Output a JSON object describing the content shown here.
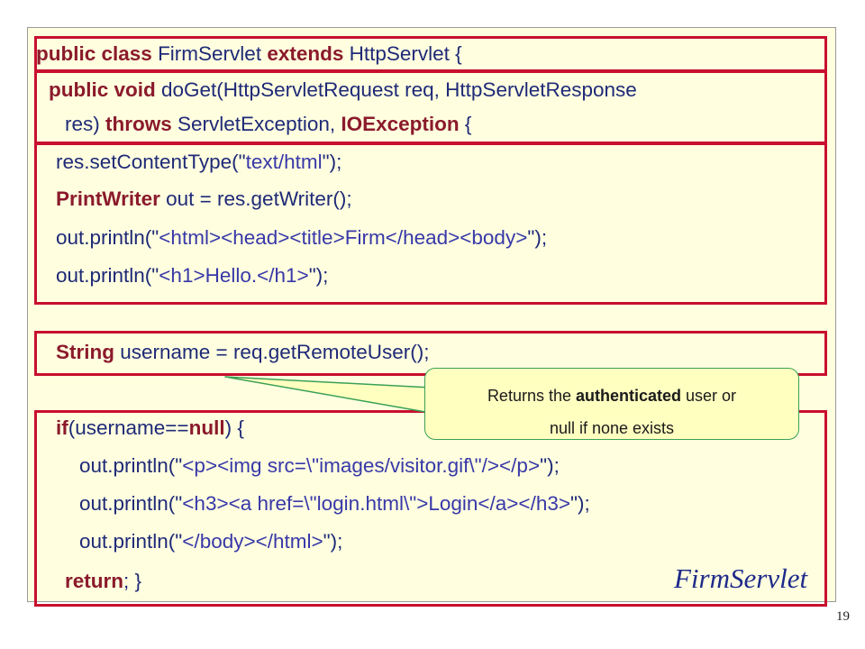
{
  "slide": {
    "code_lines": [
      [
        {
          "t": "public class ",
          "c": "kw"
        },
        {
          "t": "FirmServlet ",
          "c": ""
        },
        {
          "t": "extends ",
          "c": "kw"
        },
        {
          "t": "HttpServlet {",
          "c": ""
        }
      ],
      [
        {
          "t": "public void ",
          "c": "kw"
        },
        {
          "t": "doGet(HttpServletRequest req, HttpServletResponse",
          "c": ""
        }
      ],
      [
        {
          "t": "res) ",
          "c": ""
        },
        {
          "t": "throws ",
          "c": "kw"
        },
        {
          "t": "ServletException, ",
          "c": ""
        },
        {
          "t": "IOException",
          "c": "kw"
        },
        {
          "t": " {",
          "c": ""
        }
      ],
      [
        {
          "t": "res.setContentType(\"",
          "c": ""
        },
        {
          "t": "text/html",
          "c": "str"
        },
        {
          "t": "\");",
          "c": ""
        }
      ],
      [
        {
          "t": "PrintWriter ",
          "c": "kw"
        },
        {
          "t": "out = res.getWriter();",
          "c": ""
        }
      ],
      [
        {
          "t": "out.println(\"",
          "c": ""
        },
        {
          "t": "<html><head><title>Firm</head><body>",
          "c": "str"
        },
        {
          "t": "\");",
          "c": ""
        }
      ],
      [
        {
          "t": "out.println(\"",
          "c": ""
        },
        {
          "t": "<h1>Hello.</h1>",
          "c": "str"
        },
        {
          "t": "\");",
          "c": ""
        }
      ],
      [
        {
          "t": "String ",
          "c": "kw"
        },
        {
          "t": "username = req.getRemoteUser();",
          "c": ""
        }
      ],
      [
        {
          "t": "if",
          "c": "kw"
        },
        {
          "t": "(username==",
          "c": ""
        },
        {
          "t": "null",
          "c": "kw"
        },
        {
          "t": ") {",
          "c": ""
        }
      ],
      [
        {
          "t": "out.println(\"",
          "c": ""
        },
        {
          "t": "<p><img src=\\\"images/visitor.gif\\\"/></p>",
          "c": "str"
        },
        {
          "t": "\");",
          "c": ""
        }
      ],
      [
        {
          "t": "out.println(\"",
          "c": ""
        },
        {
          "t": "<h3><a href=\\\"login.html\\\">Login</a></h3>",
          "c": "str"
        },
        {
          "t": "\");",
          "c": ""
        }
      ],
      [
        {
          "t": "out.println(\"",
          "c": ""
        },
        {
          "t": "</body></html>",
          "c": "str"
        },
        {
          "t": "\");",
          "c": ""
        }
      ],
      [
        {
          "t": "return",
          "c": "kw"
        },
        {
          "t": "; }",
          "c": ""
        }
      ]
    ],
    "callout": {
      "line1_before": "Returns the ",
      "line1_bold": "authenticated",
      "line1_after": " user or",
      "line2": "null if none exists"
    },
    "caption": "FirmServlet",
    "page_number": "19"
  },
  "colors": {
    "background": "#ffffe0",
    "box_border": "#c8102e",
    "keyword": "#8b1a2b",
    "code_text": "#1f2a77",
    "string": "#3838a8",
    "callout_border": "#3aa055",
    "callout_fill": "#ffffc0"
  }
}
